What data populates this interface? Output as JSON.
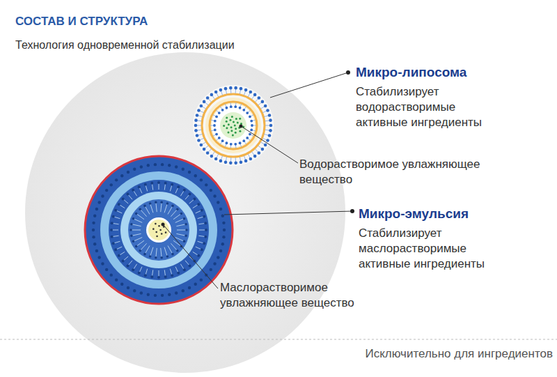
{
  "diagram": {
    "title": "СОСТАВ И СТРУКТУРА",
    "labels": [
      "Технология одновременной стабилизации",
      "Микро-липосома",
      "Стабилизирует водорастворимые активные ингредиенты",
      "Водорастворимое увлажняющее вещество",
      "Микро-эмульсия",
      "Стабилизирует маслорастворимые активные ингредиенты",
      "Маслорастворимое увлажняющее вещество",
      "Исключительно для ингредиентов"
    ]
  }
}
